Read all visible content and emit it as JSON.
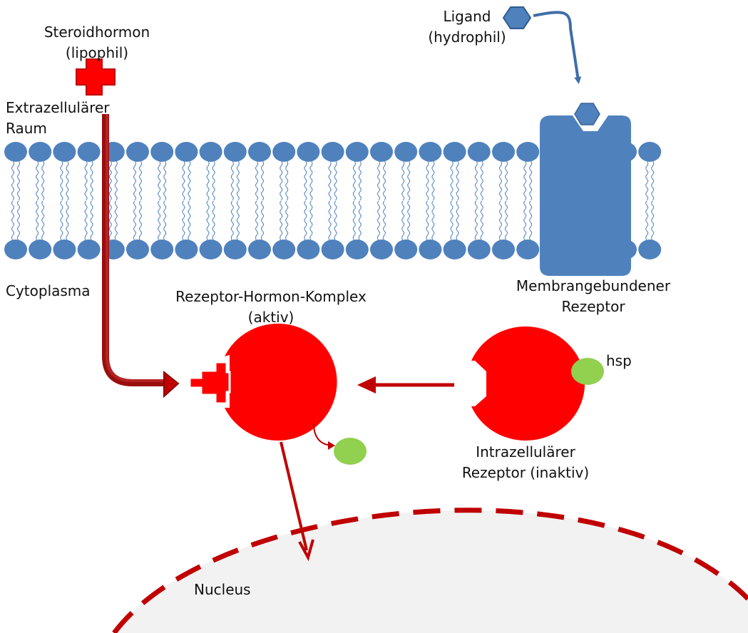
{
  "labels": {
    "steroid": [
      "Steroidhormon",
      "(lipophil)"
    ],
    "ligand": [
      "Ligand",
      "(hydrophil)"
    ],
    "extracellular": [
      "Extrazellulärer",
      "Raum"
    ],
    "cytoplasm": [
      "Cytoplasma"
    ],
    "complex": [
      "Rezeptor-Hormon-Komplex",
      "(aktiv)"
    ],
    "membrane_receptor": [
      "Membrangebundener",
      "Rezeptor"
    ],
    "hsp": [
      "hsp"
    ],
    "intracellular_receptor": [
      "Intrazellulärer",
      "Rezeptor (inaktiv)"
    ],
    "nucleus": [
      "Nucleus"
    ]
  },
  "colors": {
    "membrane": "#4f81bd",
    "receptor_red": "#ff0000",
    "arrow_dark_red": "#c00000",
    "hsp_green": "#92d050",
    "nucleus_fill": "#f2f2f2"
  }
}
